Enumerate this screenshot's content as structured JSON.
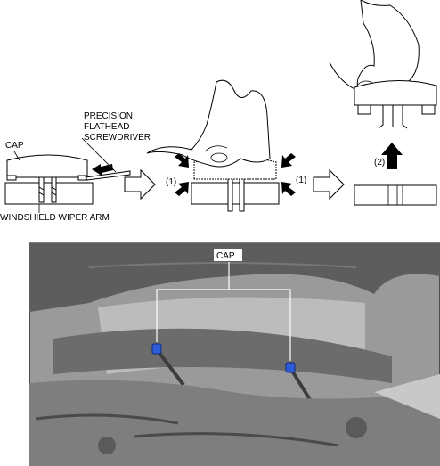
{
  "labels": {
    "cap": "CAP",
    "screwdriver_line1": "PRECISION",
    "screwdriver_line2": "FLATHEAD",
    "screwdriver_line3": "SCREWDRIVER",
    "wiper_arm": "WINDSHIELD WIPER ARM",
    "step1_left": "(1)",
    "step1_right": "(1)",
    "step2": "(2)",
    "photo_cap": "CAP"
  },
  "icons": {
    "process_arrow": "outline-right-arrow",
    "pry_arrow": "black-block-arrow",
    "lift_arrow": "up-arrow",
    "cap_marker": "blue-cap"
  },
  "colors": {
    "cap_blue": "#2e5bd6",
    "photo_gray": "#8c8c8c",
    "line": "#000000"
  }
}
